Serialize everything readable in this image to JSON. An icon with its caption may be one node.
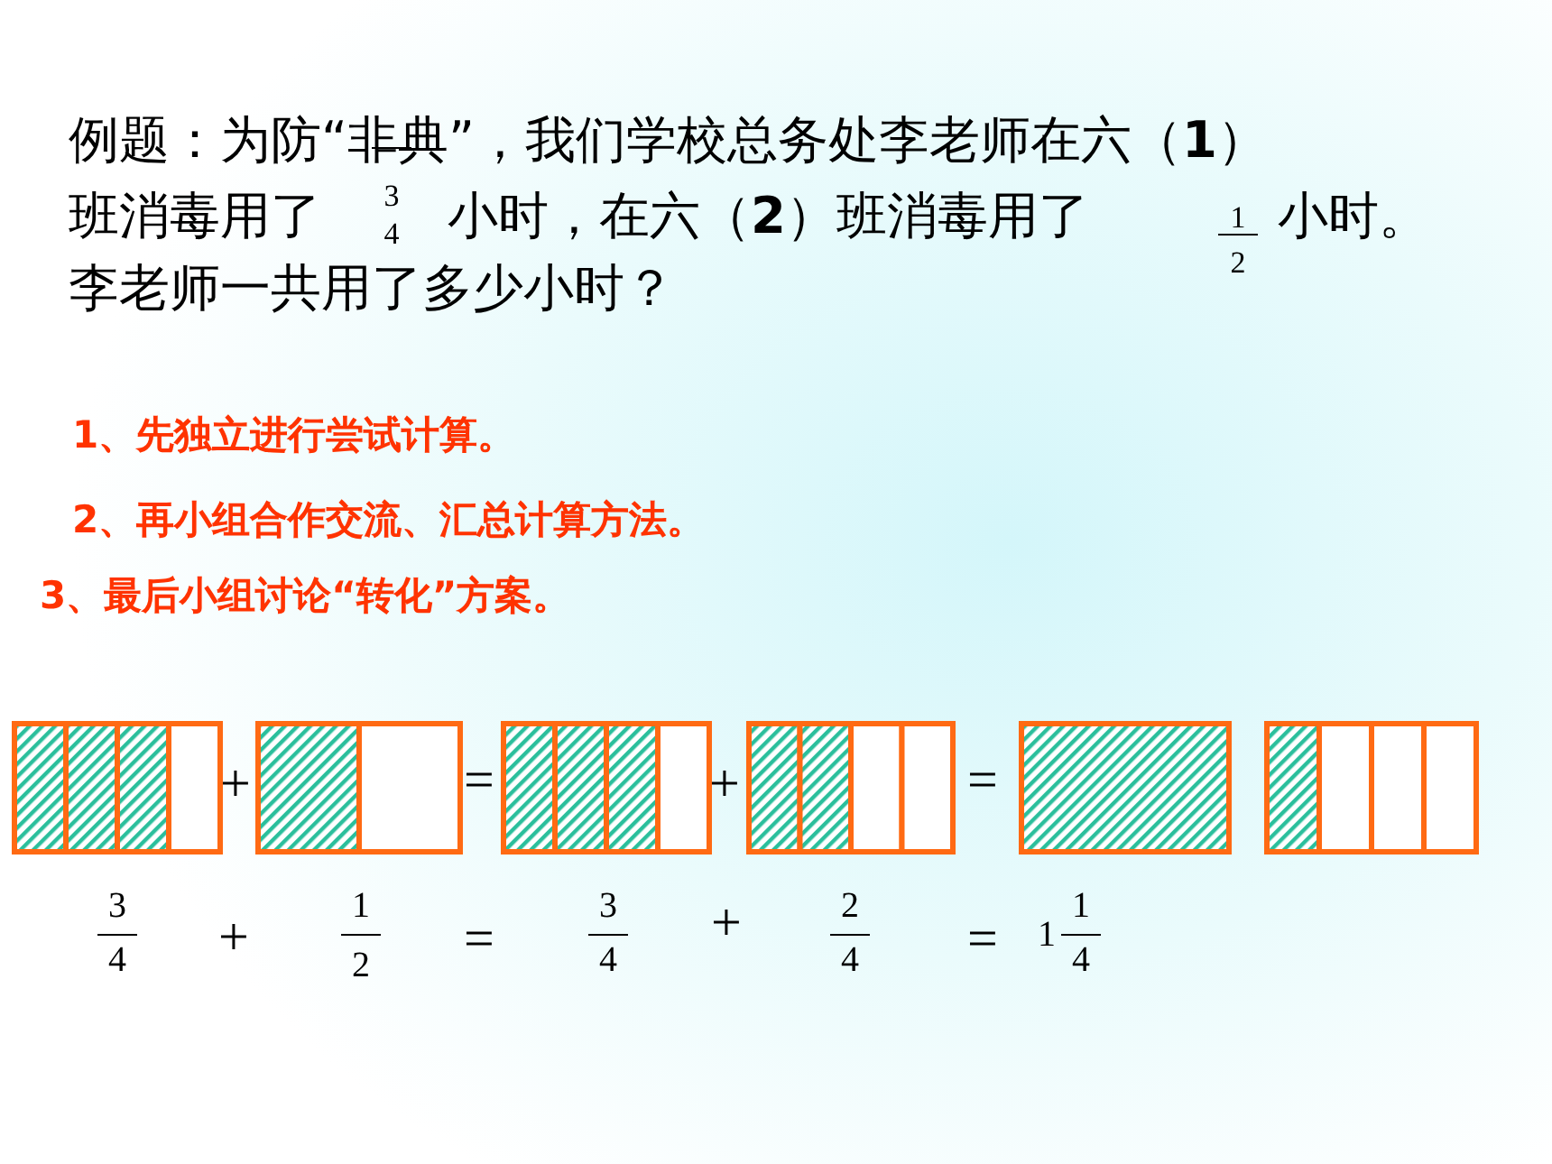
{
  "diagram": {
    "labels": [
      "例题：为防“非典”，我们学校总务处李老师在六（**1**）",
      "班消毒用了",
      "3",
      "4",
      "小时，在六（**2**）班消毒用了",
      "1",
      "2",
      "小时。",
      "李老师一共用了多少小时？",
      "1、先独立进行尝试计算。",
      "2、再小组合作交流、汇总计算方法。",
      "3、最后小组讨论“转化”方案。",
      "+",
      "=",
      "+",
      "=",
      "3",
      "4",
      "+",
      "1",
      "2",
      "=",
      "3",
      "4",
      "+",
      "2",
      "4",
      "=",
      "1",
      "1",
      "4"
    ]
  }
}
